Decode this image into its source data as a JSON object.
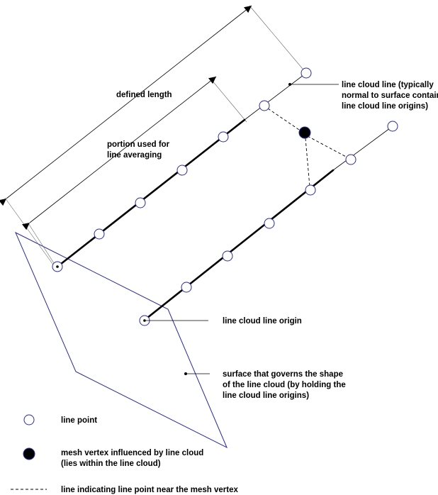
{
  "labels": {
    "line_cloud_line": [
      "line cloud line (typically",
      "normal to surface containing",
      "line cloud line origins)"
    ],
    "defined_length": "defined length",
    "portion": [
      "portion used for",
      "line averaging"
    ],
    "origin": "line cloud line origin",
    "surface": [
      "surface that governs the shape",
      "of the line cloud (by holding the",
      "line cloud line origins)"
    ]
  },
  "legend": {
    "line_point": "line point",
    "mesh_vertex": [
      "mesh vertex influenced by line cloud",
      "(lies within the line cloud)"
    ],
    "dashed_line": "line indicating line point near the mesh vertex"
  },
  "colors": {
    "outline_blue": "#2a2aa0",
    "ink": "#000000"
  }
}
